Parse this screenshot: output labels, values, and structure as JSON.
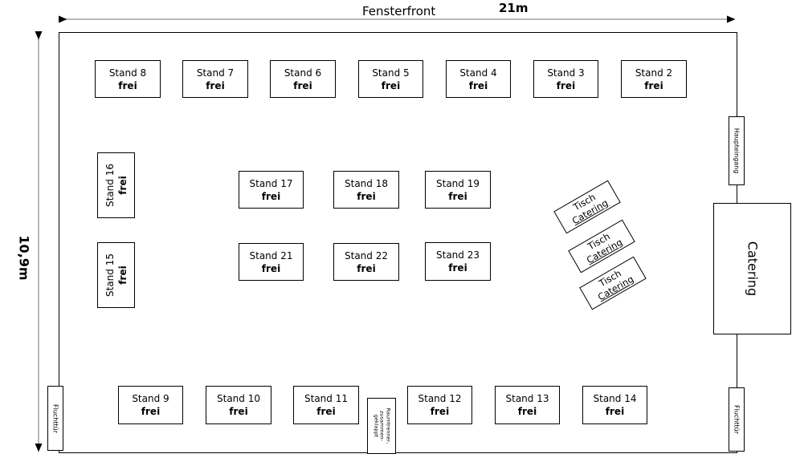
{
  "header": {
    "front_label": "Fensterfront",
    "width_label": "21m",
    "height_label": "10,9m"
  },
  "top_row": [
    {
      "name": "Stand 8",
      "status": "frei"
    },
    {
      "name": "Stand 7",
      "status": "frei"
    },
    {
      "name": "Stand 6",
      "status": "frei"
    },
    {
      "name": "Stand 5",
      "status": "frei"
    },
    {
      "name": "Stand 4",
      "status": "frei"
    },
    {
      "name": "Stand 3",
      "status": "frei"
    },
    {
      "name": "Stand 2",
      "status": "frei"
    }
  ],
  "left_column": [
    {
      "name": "Stand 16",
      "status": "frei"
    },
    {
      "name": "Stand 15",
      "status": "frei"
    }
  ],
  "center_top": [
    {
      "name": "Stand 17",
      "status": "frei"
    },
    {
      "name": "Stand 18",
      "status": "frei"
    },
    {
      "name": "Stand 19",
      "status": "frei"
    }
  ],
  "center_bottom": [
    {
      "name": "Stand 21",
      "status": "frei"
    },
    {
      "name": "Stand 22",
      "status": "frei"
    },
    {
      "name": "Stand 23",
      "status": "frei"
    }
  ],
  "bottom_row": [
    {
      "name": "Stand 9",
      "status": "frei"
    },
    {
      "name": "Stand 10",
      "status": "frei"
    },
    {
      "name": "Stand 11",
      "status": "frei"
    },
    {
      "name": "Stand 12",
      "status": "frei"
    },
    {
      "name": "Stand 13",
      "status": "frei"
    },
    {
      "name": "Stand 14",
      "status": "frei"
    }
  ],
  "catering_tables": [
    {
      "line1": "Tisch",
      "line2": "Catering"
    },
    {
      "line1": "Tisch",
      "line2": "Catering"
    },
    {
      "line1": "Tisch",
      "line2": "Catering"
    }
  ],
  "catering_area": "Catering",
  "main_entrance": "Haupteingang",
  "emergency_exit_left": "Fluchttür",
  "emergency_exit_right": "Fluchttür",
  "room_divider": {
    "line1": "Raumtrenner,",
    "line2": "zusammen-",
    "line3": "geklappt"
  }
}
